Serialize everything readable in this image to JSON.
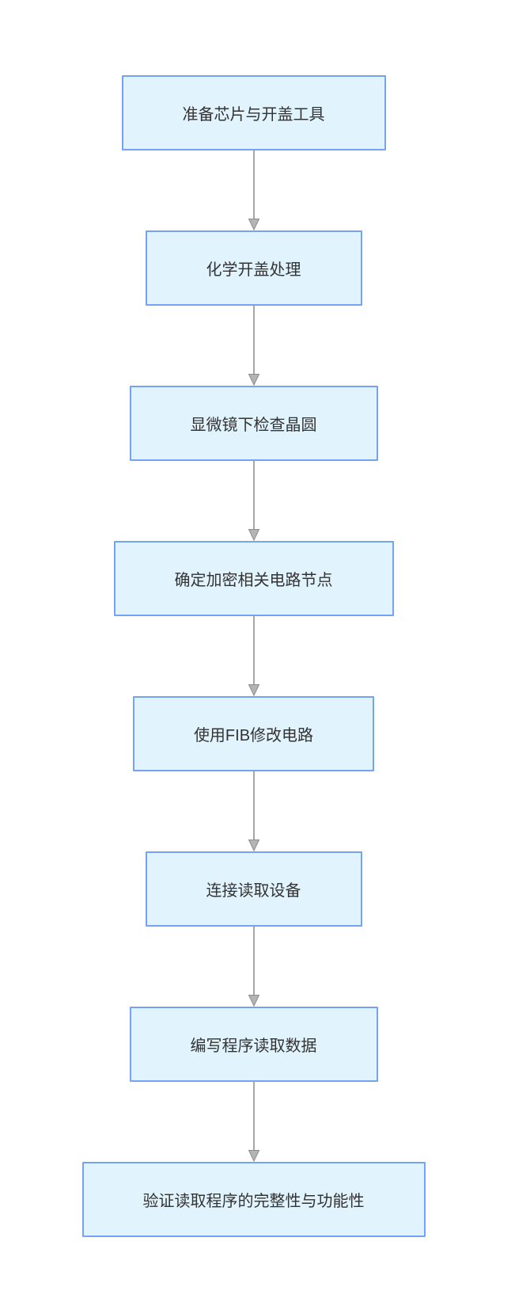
{
  "page": {
    "background": "#FFFFFF"
  },
  "flow": {
    "type": "flowchart",
    "direction": "top-down",
    "colors": {
      "node_fill": "#E1F3FD",
      "node_border": "#74A3F3",
      "arrow_line": "#A6A6A6",
      "arrow_head_fill": "#B4B4B4",
      "arrow_head_stroke": "#8C8C8C",
      "text": "#333333"
    },
    "steps": [
      {
        "id": 1,
        "label": "准备芯片与开盖工具"
      },
      {
        "id": 2,
        "label": "化学开盖处理"
      },
      {
        "id": 3,
        "label": "显微镜下检查晶圆"
      },
      {
        "id": 4,
        "label": "确定加密相关电路节点"
      },
      {
        "id": 5,
        "label": "使用FIB修改电路"
      },
      {
        "id": 6,
        "label": "连接读取设备"
      },
      {
        "id": 7,
        "label": "编写程序读取数据"
      },
      {
        "id": 8,
        "label": "验证读取程序的完整性与功能性"
      }
    ],
    "connections": [
      [
        1,
        2
      ],
      [
        2,
        3
      ],
      [
        3,
        4
      ],
      [
        4,
        5
      ],
      [
        5,
        6
      ],
      [
        6,
        7
      ],
      [
        7,
        8
      ]
    ]
  }
}
